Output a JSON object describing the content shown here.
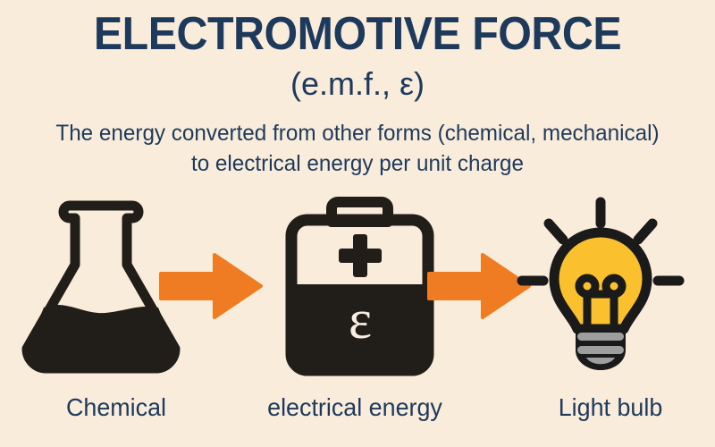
{
  "background_color": "#faecda",
  "header": {
    "title": "ELECTROMOTIVE FORCE",
    "subtitle": "(e.m.f., ε)",
    "title_color": "#1d3a5c",
    "description": "The energy converted from other forms (chemical, mechanical) to electrical energy per unit charge"
  },
  "flow": {
    "stages": [
      {
        "icon": "erlenmeyer-flask-icon",
        "label": "Chemical",
        "icon_color": "#211e1a"
      },
      {
        "icon": "battery-icon",
        "label": "electrical energy",
        "icon_color": "#211e1a",
        "symbol_top": "+",
        "symbol_body": "ε",
        "symbol_body_color": "#f7efe3"
      },
      {
        "icon": "light-bulb-icon",
        "label": "Light bulb",
        "bulb_color": "#fbc02d",
        "outline_color": "#1a1a1a",
        "base_color": "#9e9e9e"
      }
    ],
    "arrows": [
      {
        "name": "arrow-chemical-to-battery",
        "color": "#ef7c22"
      },
      {
        "name": "arrow-battery-to-bulb",
        "color": "#ef7c22"
      }
    ]
  },
  "colors": {
    "navy": "#1d3a5c",
    "orange": "#ef7c22",
    "dark": "#211e1a",
    "yellow": "#fbc02d",
    "gray": "#9e9e9e",
    "cream": "#faecda"
  }
}
